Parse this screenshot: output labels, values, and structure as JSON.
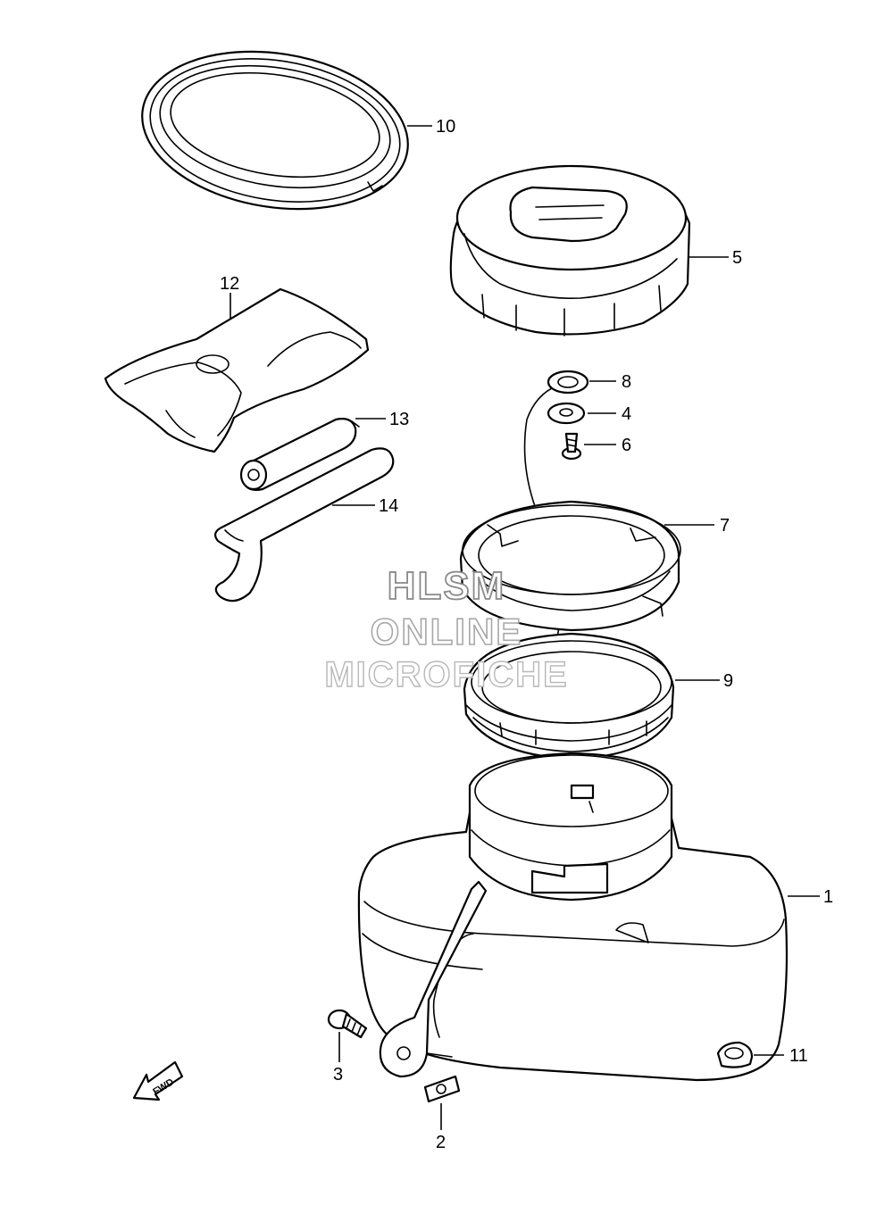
{
  "callouts": [
    {
      "id": "1",
      "label": "1"
    },
    {
      "id": "2",
      "label": "2"
    },
    {
      "id": "3",
      "label": "3"
    },
    {
      "id": "4",
      "label": "4"
    },
    {
      "id": "5",
      "label": "5"
    },
    {
      "id": "6",
      "label": "6"
    },
    {
      "id": "7",
      "label": "7"
    },
    {
      "id": "8",
      "label": "8"
    },
    {
      "id": "9",
      "label": "9"
    },
    {
      "id": "10",
      "label": "10"
    },
    {
      "id": "11",
      "label": "11"
    },
    {
      "id": "12",
      "label": "12"
    },
    {
      "id": "13",
      "label": "13"
    },
    {
      "id": "14",
      "label": "14"
    }
  ],
  "watermark": {
    "line1": "HLSM",
    "line2": "ONLINE",
    "line3": "MICROFICHE"
  },
  "fwd_label": "FWD"
}
